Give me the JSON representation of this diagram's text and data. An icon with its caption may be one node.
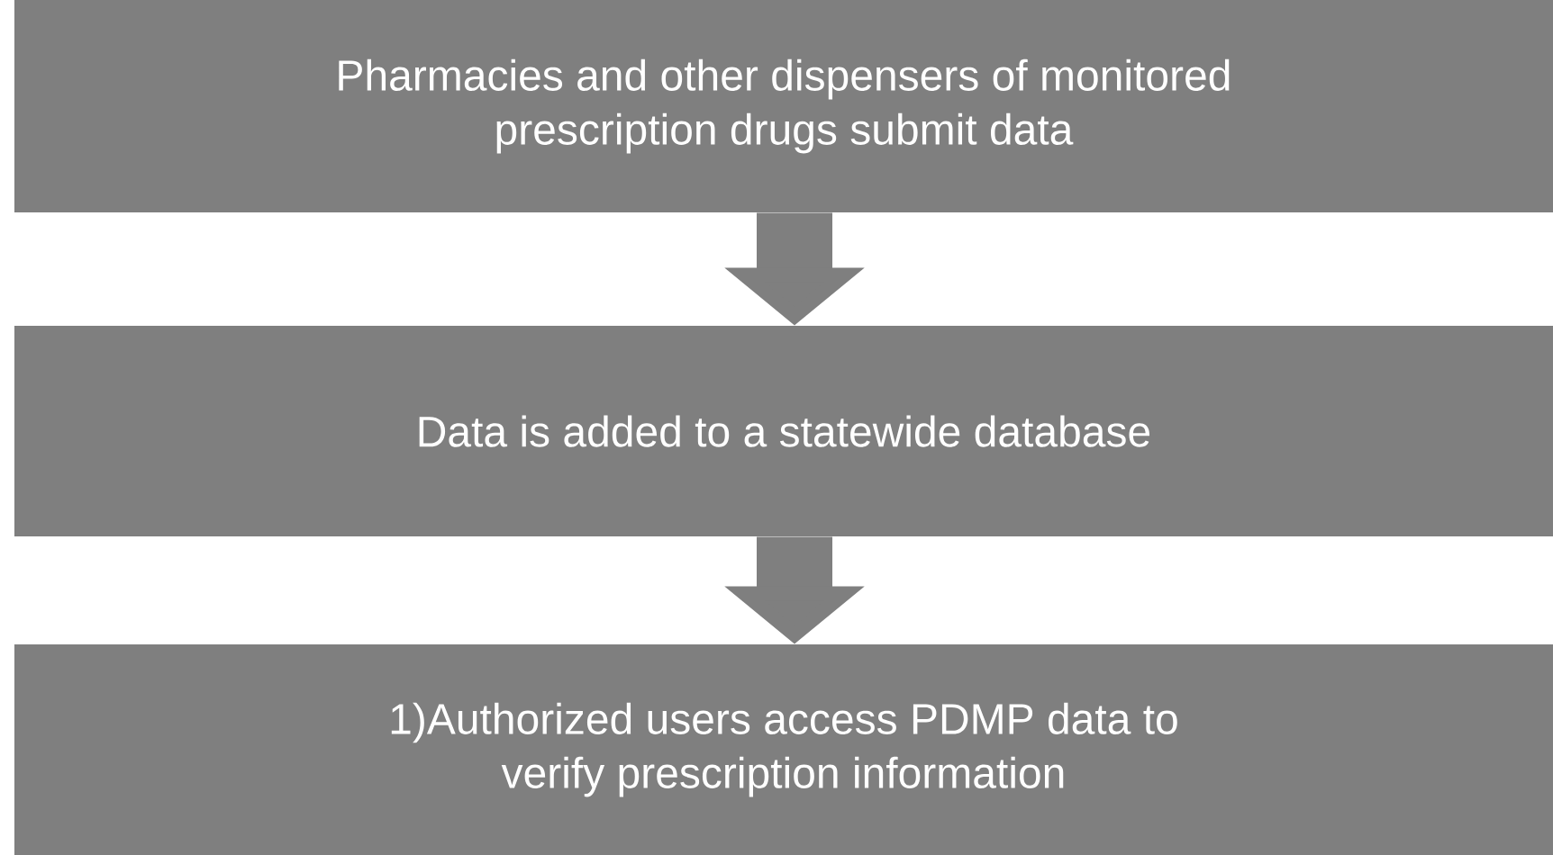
{
  "diagram": {
    "nodes": [
      {
        "text": [
          "Pharmacies and other dispensers of monitored prescription drugs submit data"
        ]
      },
      {
        "text": [
          "Data is added to a statewide database"
        ]
      },
      {
        "text": [
          "1)Authorized users access PDMP data to verify prescription information"
        ]
      }
    ],
    "edges": [
      {
        "from": 0,
        "to": 1,
        "arrow": "to"
      },
      {
        "from": 1,
        "to": 2,
        "arrow": "to"
      }
    ]
  }
}
